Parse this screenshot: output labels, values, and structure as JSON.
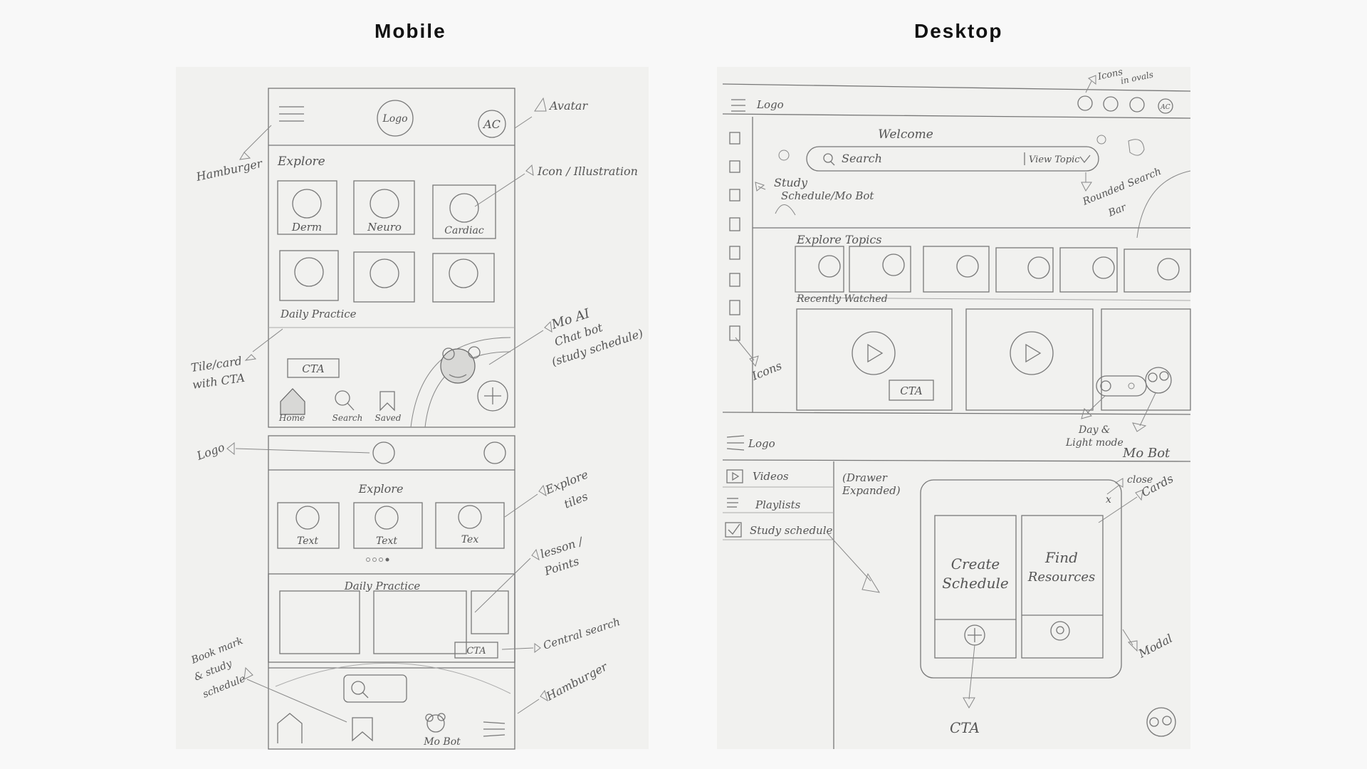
{
  "headings": {
    "mobile": "Mobile",
    "desktop": "Desktop"
  },
  "mobile": {
    "frame1": {
      "logo": "Logo",
      "avatar": "AC",
      "explore": "Explore",
      "tiles": [
        "Derm",
        "Neuro",
        "Cardiac"
      ],
      "daily_practice": "Daily Practice",
      "cta": "CTA",
      "nav": [
        "Home",
        "Search",
        "Saved"
      ]
    },
    "frame2": {
      "explore": "Explore",
      "tiles": [
        "Text",
        "Text",
        "Tex"
      ],
      "daily_practice": "Daily Practice",
      "cta": "CTA",
      "nav_last": "Mo Bot"
    },
    "annotations": {
      "avatar": "Avatar",
      "hamburger": "Hamburger",
      "icon_illustration": "Icon / Illustration",
      "mo_ai": "Mo AI",
      "chat_bot": "Chat bot",
      "study_schedule": "(study schedule)",
      "tile_card": "Tile/card",
      "with_cta": "with CTA",
      "logo": "Logo",
      "explore_tiles": "Explore",
      "explore_tiles_2": "tiles",
      "lesson": "lesson /",
      "points": "Points",
      "central_search": "Central search",
      "bookmark_1": "Book mark",
      "bookmark_2": "& study",
      "bookmark_3": "schedule",
      "hamburger_2": "Hamburger"
    }
  },
  "desktop": {
    "top": {
      "logo": "Logo",
      "avatar": "AC",
      "welcome": "Welcome",
      "search_placeholder": "Search",
      "view_topic": "View Topic",
      "study": "Study",
      "study_sub": "Schedule/Mo Bot",
      "explore_topics": "Explore Topics",
      "recently_watched": "Recently Watched",
      "cta": "CTA"
    },
    "bottom": {
      "logo": "Logo",
      "drawer_items": [
        "Videos",
        "Playlists",
        "Study schedule"
      ],
      "drawer_note_1": "(Drawer",
      "drawer_note_2": "Expanded)",
      "close_x": "x",
      "card_1_line_1": "Create",
      "card_1_line_2": "Schedule",
      "card_2_line_1": "Find",
      "card_2_line_2": "Resources",
      "cta_label": "CTA"
    },
    "annotations": {
      "icons_in_ovals_1": "Icons",
      "icons_in_ovals_2": "in ovals",
      "rounded_search_1": "Rounded Search",
      "rounded_search_2": "Bar",
      "icons": "Icons",
      "day_light_1": "Day &",
      "day_light_2": "Light mode",
      "mo_bot": "Mo Bot",
      "close": "close",
      "cards": "Cards",
      "modal": "Modal"
    }
  }
}
